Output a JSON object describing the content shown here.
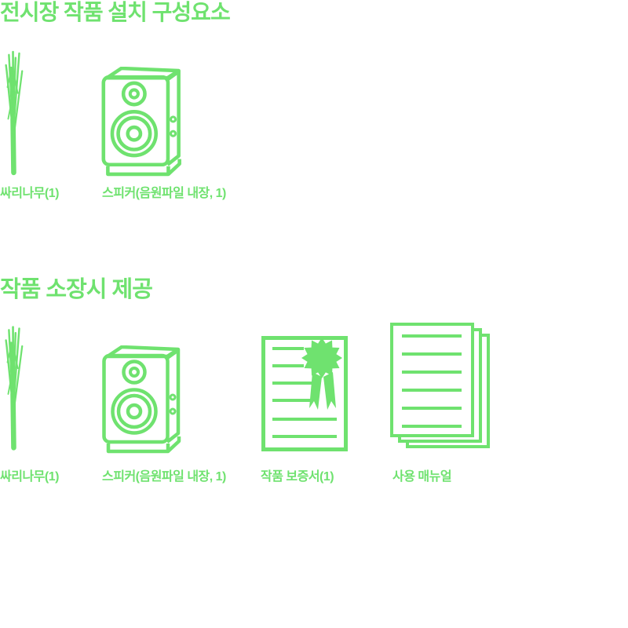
{
  "page": {
    "background": "#ffffff",
    "accent_color": "#6FE26F"
  },
  "sections": [
    {
      "id": "installation",
      "title": "전시장 작품 설치 구성요소",
      "items": [
        {
          "icon": "bush-clover-branches-icon",
          "label": "싸리나무(1)"
        },
        {
          "icon": "speaker-icon",
          "label": "스피커(음원파일 내장, 1)"
        }
      ]
    },
    {
      "id": "ownership",
      "title": "작품 소장시 제공",
      "items": [
        {
          "icon": "bush-clover-branches-icon",
          "label": "싸리나무(1)"
        },
        {
          "icon": "speaker-icon",
          "label": "스피커(음원파일 내장, 1)"
        },
        {
          "icon": "certificate-icon",
          "label": "작품 보증서(1)"
        },
        {
          "icon": "manual-pages-icon",
          "label": "사용 매뉴얼"
        }
      ]
    }
  ]
}
